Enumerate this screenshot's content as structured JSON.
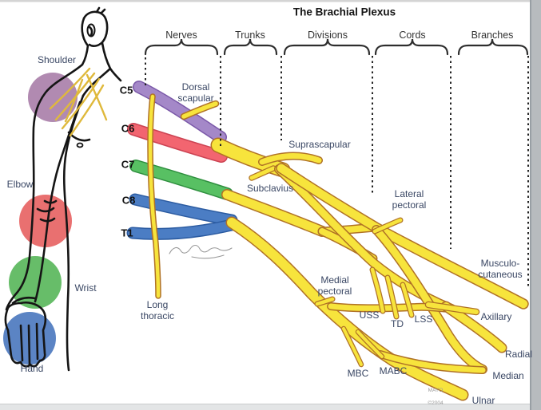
{
  "title": "The Brachial Plexus",
  "sections": {
    "nerves": "Nerves",
    "trunks": "Trunks",
    "divisions": "Divisions",
    "cords": "Cords",
    "branches": "Branches"
  },
  "roots": {
    "c5": "C5",
    "c6": "C6",
    "c7": "C7",
    "c8": "C8",
    "t1": "T1"
  },
  "body_regions": {
    "shoulder": "Shoulder",
    "elbow": "Elbow",
    "wrist": "Wrist",
    "hand": "Hand"
  },
  "nerves": {
    "dorsal_scapular": "Dorsal\nscapular",
    "suprascapular": "Suprascapular",
    "subclavius": "Subclavius",
    "long_thoracic": "Long\nthoracic",
    "lateral_pectoral": "Lateral\npectoral",
    "medial_pectoral": "Medial\npectoral",
    "musculocutaneous": "Musculo-\ncutaneous",
    "uss": "USS",
    "td": "TD",
    "lss": "LSS",
    "axillary": "Axillary",
    "radial": "Radial",
    "median": "Median",
    "ulnar": "Ulnar",
    "mbc": "MBC",
    "mabc": "MABC"
  },
  "credit": {
    "org": "MAYO",
    "year": "©2004"
  },
  "colors": {
    "c5_purple": "#a488c8",
    "c6_red": "#f26570",
    "c7_green": "#58c063",
    "c8_t1_blue": "#4b7dc4",
    "nerve_yellow": "#f7e43c",
    "nerve_outline": "#b07226",
    "shoulder_circle": "#b18ab1",
    "elbow_circle": "#e97070",
    "wrist_circle": "#67bd69",
    "hand_circle": "#5b84c4",
    "label_text": "#3a4764"
  }
}
